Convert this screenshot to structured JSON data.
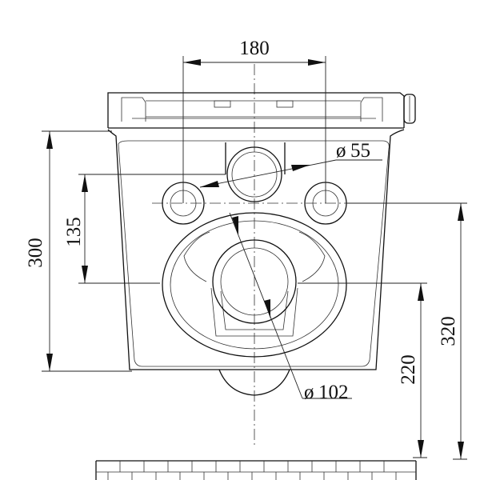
{
  "drawing": {
    "type": "technical-drawing",
    "subject": "wall-hung toilet, front/top view",
    "dimensions": {
      "width_top": "180",
      "pipe_diameter": "55",
      "height_135": "135",
      "height_300": "300",
      "outlet_diameter": "102",
      "height_220": "220",
      "height_320": "320"
    },
    "diameter_symbol": "ø"
  }
}
